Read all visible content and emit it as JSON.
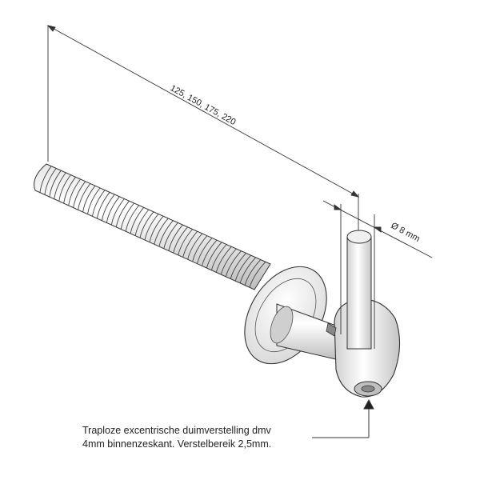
{
  "drawing": {
    "length_dimension": "125, 150, 175, 220",
    "diameter_dimension": "Ø 8 mm"
  },
  "note": {
    "line1": "Traploze excentrische duimverstelling dmv",
    "line2": "4mm binnenzeskant. Verstelbereik 2,5mm."
  }
}
